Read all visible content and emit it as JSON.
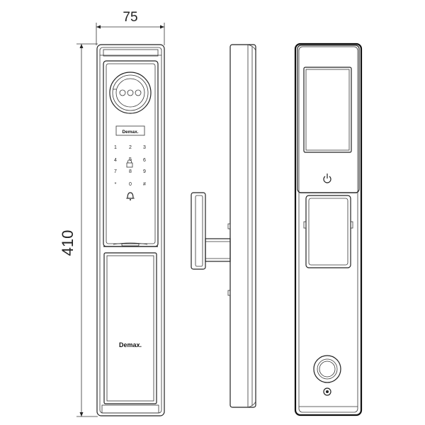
{
  "dimensions": {
    "width": "75",
    "height": "410"
  },
  "front_view": {
    "brand_top": "Demax.",
    "brand_bottom": "Demax.",
    "keypad": [
      "1",
      "2",
      "3",
      "4",
      "5",
      "6",
      "7",
      "8",
      "9",
      "*",
      "0",
      "#"
    ]
  },
  "icons": {
    "power": "power-icon",
    "bell": "bell-icon",
    "lock": "lock-icon",
    "fingerprint": "fingerprint-icon",
    "camera": "camera-icon"
  },
  "colors": {
    "line": "#222222",
    "background": "#ffffff"
  }
}
